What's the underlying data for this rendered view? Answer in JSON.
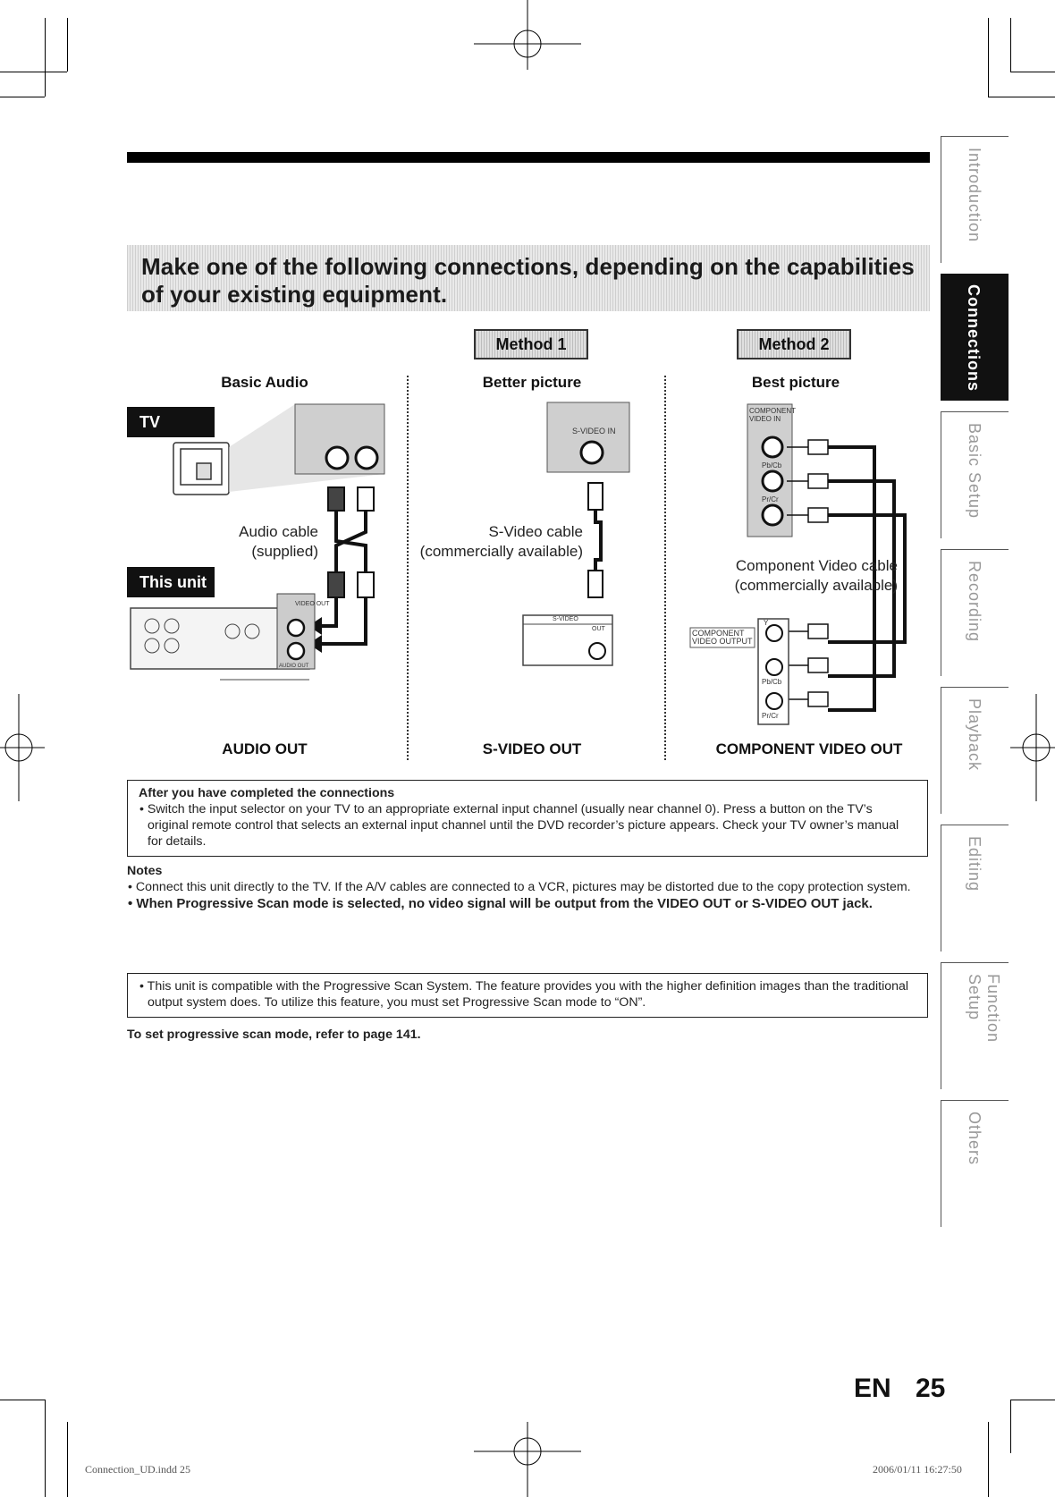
{
  "heading": "Make one of the following connections, depending on the capabilities of your existing equipment.",
  "methods": {
    "method1": "Method 1",
    "method2": "Method 2"
  },
  "columns": {
    "basic": {
      "title": "Basic Audio",
      "footer": "AUDIO OUT",
      "cable_line1": "Audio cable",
      "cable_line2": "(supplied)"
    },
    "better": {
      "title": "Better picture",
      "footer": "S-VIDEO OUT",
      "cable_line1": "S-Video cable",
      "cable_line2": "(commercially available)"
    },
    "best": {
      "title": "Best picture",
      "footer": "COMPONENT VIDEO OUT",
      "cable_line1": "Component Video cable",
      "cable_line2": "(commercially available)"
    }
  },
  "badges": {
    "tv": "TV",
    "unit": "This unit"
  },
  "diagram_labels": {
    "s_video_in": "S-VIDEO IN",
    "s_video": "S-VIDEO",
    "out": "OUT",
    "video_out": "VIDEO OUT",
    "audio_out": "AUDIO OUT",
    "component_video_in": "COMPONENT VIDEO IN",
    "component_video_output": "COMPONENT VIDEO OUTPUT",
    "y": "Y",
    "pb_cb": "Pb/Cb",
    "pr_cr": "Pr/Cr"
  },
  "after_box": {
    "title": "After you have completed the connections",
    "text": "• Switch the input selector on your TV to an appropriate external input channel (usually near channel 0). Press a button on the TV’s original remote control that selects an external input channel until the DVD recorder’s picture appears. Check your TV owner’s manual for details."
  },
  "notes": {
    "title": "Notes",
    "item1": "• Connect this unit directly to the TV. If the A/V cables are connected to a VCR, pictures may be distorted due to the copy protection system.",
    "item2": "• When Progressive Scan mode is selected, no video signal will be output from the VIDEO OUT or S-VIDEO OUT jack."
  },
  "progressive_box": {
    "text": "• This unit is compatible with the Progressive Scan System. The feature provides you with the higher definition images than the traditional output system does. To utilize this feature, you must set Progressive Scan mode to “ON”."
  },
  "refer_text": "To set progressive scan mode, refer to page 141.",
  "side_tabs": [
    "Introduction",
    "Connections",
    "Basic Setup",
    "Recording",
    "Playback",
    "Editing",
    "Function Setup",
    "Others"
  ],
  "active_tab": "Connections",
  "page": {
    "lang": "EN",
    "number": "25"
  },
  "footer": {
    "file": "Connection_UD.indd  25",
    "timestamp": "2006/01/11  16:27:50"
  }
}
